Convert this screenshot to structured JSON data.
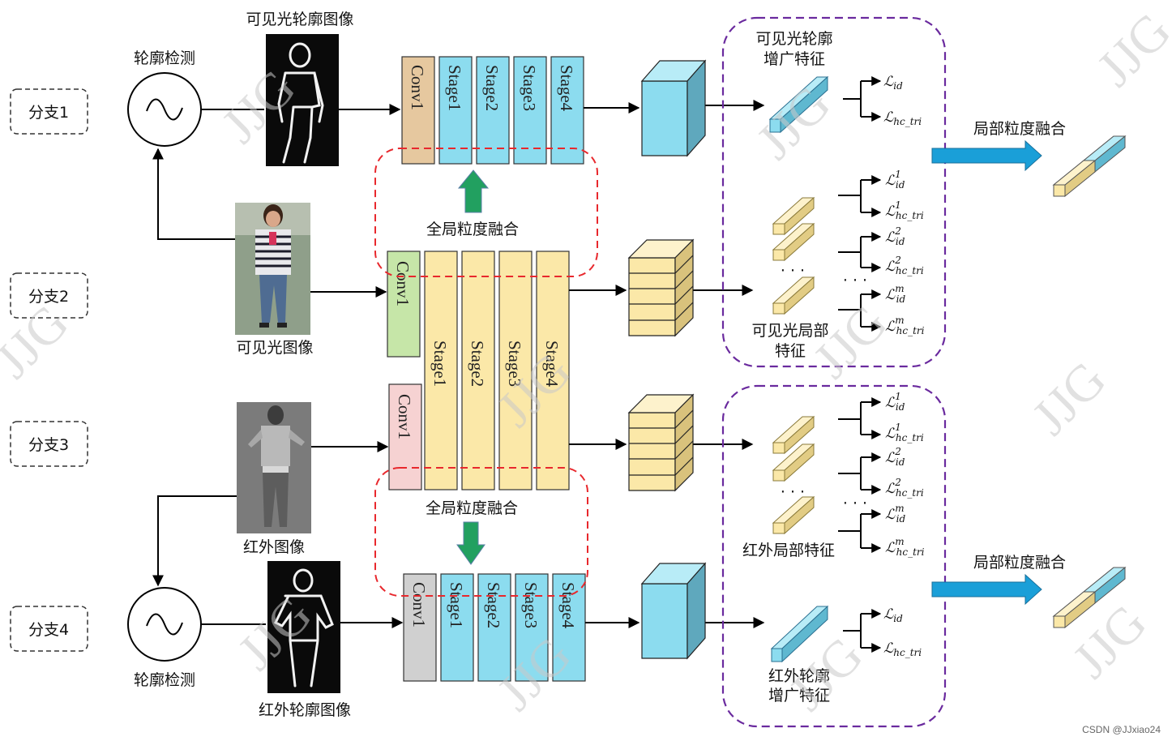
{
  "branches": [
    "分支1",
    "分支2",
    "分支3",
    "分支4"
  ],
  "labels": {
    "contour_detect_top": "轮廓检测",
    "contour_detect_bottom": "轮廓检测",
    "vis_contour_image": "可见光轮廓图像",
    "vis_image": "可见光图像",
    "ir_image": "红外图像",
    "ir_contour_image": "红外轮廓图像",
    "global_fusion_top": "全局粒度融合",
    "global_fusion_bottom": "全局粒度融合",
    "vis_contour_feature": "可见光轮廓\n增广特征",
    "vis_local_feature": "可见光局部\n特征",
    "ir_local_feature": "红外局部特征",
    "ir_contour_feature": "红外轮廓\n增广特征",
    "local_fusion_top": "局部粒度融合",
    "local_fusion_bottom": "局部粒度融合",
    "dots": "· · ·"
  },
  "networks": {
    "branch1": [
      "Conv1",
      "Stage1",
      "Stage2",
      "Stage3",
      "Stage4"
    ],
    "shared_conv_vis": "Conv1",
    "shared_conv_ir": "Conv1",
    "shared_stages": [
      "Stage1",
      "Stage2",
      "Stage3",
      "Stage4"
    ],
    "branch4": [
      "Conv1",
      "Stage1",
      "Stage2",
      "Stage3",
      "Stage4"
    ]
  },
  "losses": {
    "id_base": "ℒ",
    "id_sub": "id",
    "tri_sub": "hc_tri",
    "local_sups": [
      "1",
      "2",
      "m"
    ]
  },
  "watermark": "JJG",
  "credit": "CSDN @JJxiao24",
  "colors": {
    "conv_tan": "#e6c89f",
    "conv_green": "#c6e6a8",
    "conv_pink": "#f6d2d2",
    "conv_gray": "#d0d0d0",
    "stage_blue": "#8cdcef",
    "stage_yellow": "#fbe8a8",
    "dash_red": "#e8282d",
    "dash_purple": "#6a2a9e",
    "arrow_green": "#22a060",
    "arrow_blue": "#1a9fd8"
  }
}
